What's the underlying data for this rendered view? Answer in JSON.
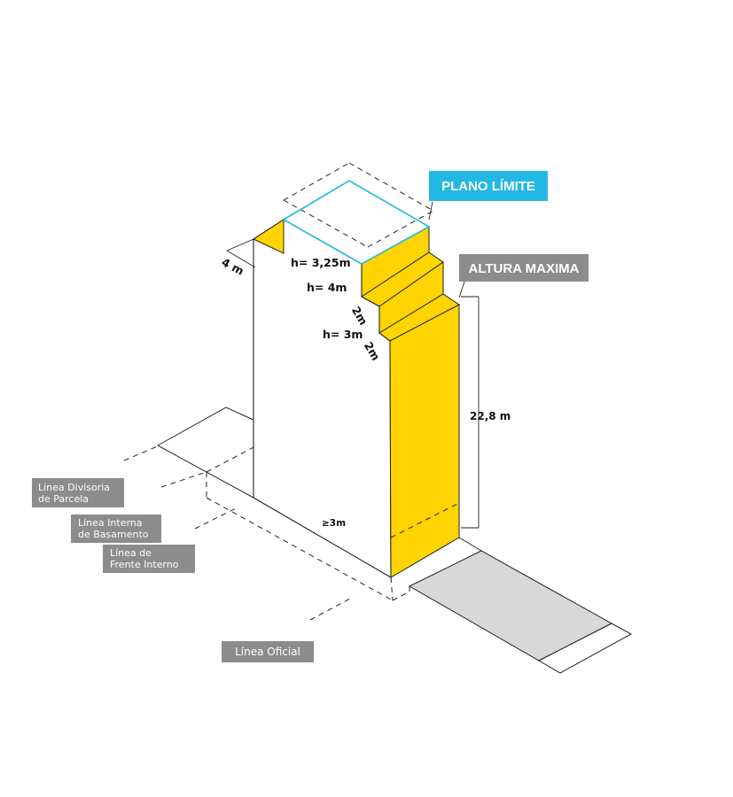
{
  "colors": {
    "yellow": "#FFD400",
    "cyan": "#22B8E3",
    "tag_gray": "#8C8C8C",
    "sidewalk_gray": "#D8D8D8",
    "line": "#222222"
  },
  "callouts": {
    "plano_limite": "PLANO LÍMITE",
    "altura_maxima": "ALTURA MAXIMA",
    "linea_divisoria": [
      "Línea Divisoria",
      "de Parcela"
    ],
    "linea_interna": [
      "Línea Interna",
      "de Basamento"
    ],
    "linea_frente": [
      "Línea de",
      "Frente Interno"
    ],
    "linea_oficial": "Línea Oficial"
  },
  "dimensions": {
    "top_depth": "4 m",
    "h1": "h= 3,25m",
    "h2": "h= 4m",
    "step1": "2m",
    "h3": "h= 3m",
    "step2": "2m",
    "total_height": "22,8 m",
    "basement": "≥3m"
  }
}
